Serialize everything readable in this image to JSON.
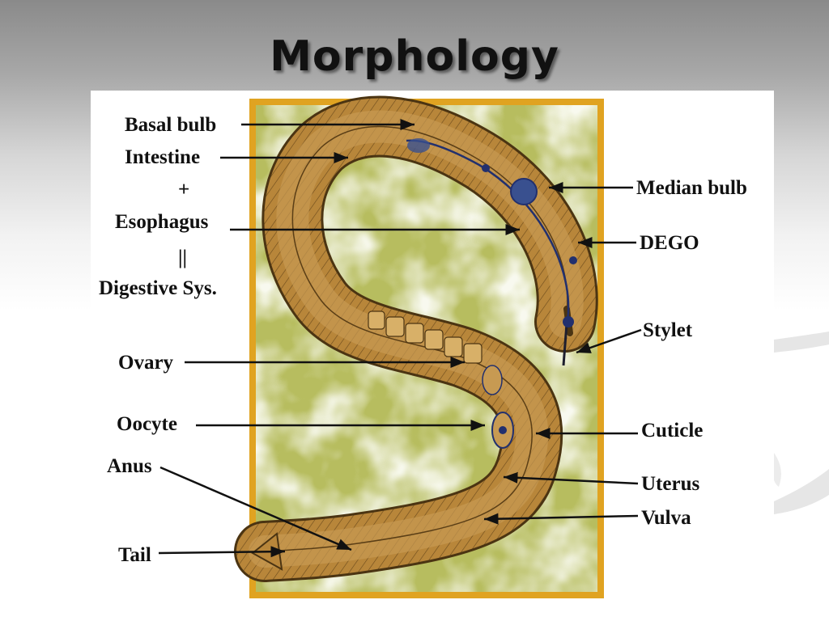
{
  "title": "Morphology",
  "labels": {
    "basal_bulb": "Basal bulb",
    "intestine": "Intestine",
    "plus": "+",
    "esophagus": "Esophagus",
    "equals": "||",
    "digestive_sys": "Digestive Sys.",
    "ovary": "Ovary",
    "oocyte": "Oocyte",
    "anus": "Anus",
    "tail": "Tail",
    "median_bulb": "Median bulb",
    "dego": "DEGO",
    "stylet": "Stylet",
    "cuticle": "Cuticle",
    "uterus": "Uterus",
    "vulva": "Vulva"
  },
  "colors": {
    "frame": "#e0a321",
    "background_green": "#b7bd5f",
    "body": "#b8863a",
    "nerve": "#22306e"
  }
}
